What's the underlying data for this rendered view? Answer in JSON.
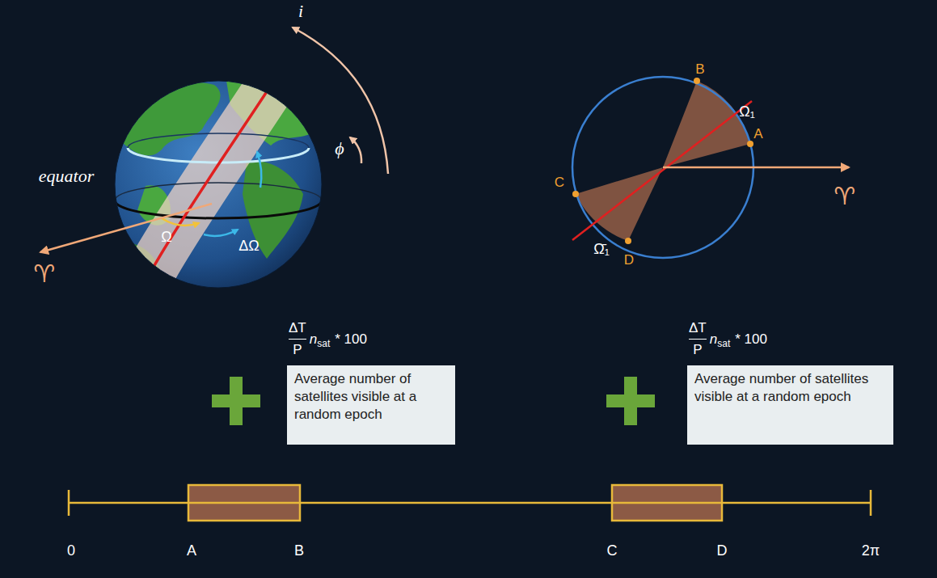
{
  "diagram": {
    "nodes": [
      {
        "text": [
          "ΔT",
          "P",
          "n",
          "sat",
          "* 100",
          "Average number of satellites visible at a random epoch"
        ]
      },
      {
        "text": [
          "ΔT",
          "P",
          "n",
          "sat",
          "* 100",
          "Average number of satellites visible at a random epoch"
        ]
      }
    ],
    "labels": [
      "i",
      "ϕ",
      "equator",
      "Ω",
      "ΔΩ",
      "♈",
      "B",
      "A",
      "Ω₁",
      "C",
      "Ω̄₁",
      "D",
      "♈",
      "0",
      "A",
      "B",
      "C",
      "D",
      "2π"
    ]
  }
}
